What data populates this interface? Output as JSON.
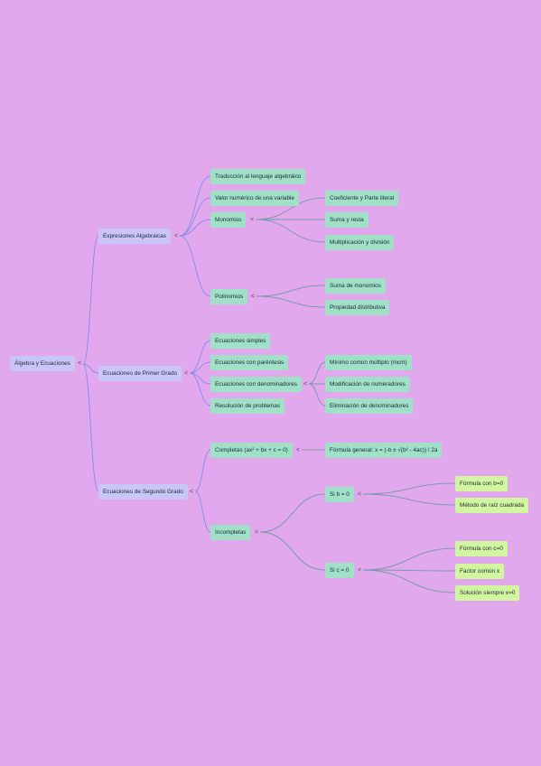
{
  "colors": {
    "background": "#e2a8ee",
    "root_node": "#c9c6f7",
    "branch_node": "#c9c6f7",
    "leaf_node": "#9fe0c6",
    "deep_leaf_node": "#d2f5a0",
    "link_primary": "#8b8fe6",
    "link_secondary": "#7d9aa8"
  },
  "toggle_symbol": "<",
  "root": {
    "label": "Álgebra y Ecuaciones"
  },
  "expresiones": {
    "label": "Expresiones Algebraicas",
    "traduccion": "Traducción al lenguaje algebráico",
    "valor_numerico": "Valor numérico de una variable",
    "monomios": {
      "label": "Monomios",
      "coeficiente": "Coeficiente y Parte literal",
      "suma_resta": "Suma y resta",
      "multiplicacion": "Multiplicación y división"
    },
    "polinomios": {
      "label": "Polinomios",
      "suma_monomios": "Suma de monomios",
      "propiedad": "Propiedad distributiva"
    }
  },
  "primer_grado": {
    "label": "Ecuaciones de Primer Grado",
    "simples": "Ecuaciones simples",
    "parentesis": "Ecuaciones con paréntesis",
    "denominadores": {
      "label": "Ecuaciones con denominadores",
      "mcm": "Mínimo común múltiplo (mcm)",
      "numeradores": "Modificación de numeradores",
      "eliminacion": "Eliminación de denominadores"
    },
    "resolucion": "Resolución de problemas"
  },
  "segundo_grado": {
    "label": "Ecuaciones de Segundo Grado",
    "completas": {
      "label": "Completas (ax² + bx + c = 0)",
      "formula": "Fórmula general: x = (-b ± √(b² - 4ac)) / 2a"
    },
    "incompletas": {
      "label": "Incompletas",
      "si_b": {
        "label": "Si b = 0",
        "formula": "Fórmula con b=0",
        "metodo": "Método de raíz cuadrada"
      },
      "si_c": {
        "label": "Si c = 0",
        "formula": "Fórmula con c=0",
        "factor": "Factor común x",
        "solucion": "Solución siempre x=0"
      }
    }
  }
}
